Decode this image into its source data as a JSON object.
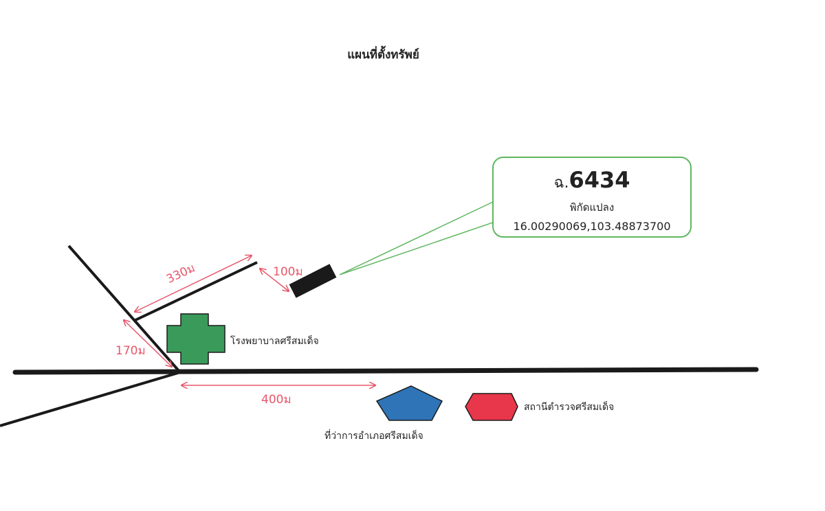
{
  "title": "แผนที่ตั้งทรัพย์",
  "parcel": {
    "deed_prefix": "ฉ.",
    "deed_number": "6434",
    "coord_label": "พิกัดแปลง",
    "coords": "16.00290069,103.48873700"
  },
  "distances": {
    "d330": "330ม",
    "d100": "100ม",
    "d170": "170ม",
    "d400": "400ม"
  },
  "places": {
    "hospital": "โรงพยาบาลศรีสมเด็จ",
    "district_office": "ที่ว่าการอำเภอศรีสมเด็จ",
    "police_station": "สถานีตำรวจศรีสมเด็จ"
  },
  "colors": {
    "road": "#1a1a1a",
    "distance": "#e8566a",
    "callout_border": "#5fb65f",
    "hospital": "#3a9a5a",
    "district_office": "#2e74b6",
    "police_station": "#e8364a"
  },
  "icons": {
    "hospital": "cross-icon",
    "district_office": "pentagon-icon",
    "police_station": "hexagon-icon",
    "parcel": "parcel-rectangle"
  }
}
